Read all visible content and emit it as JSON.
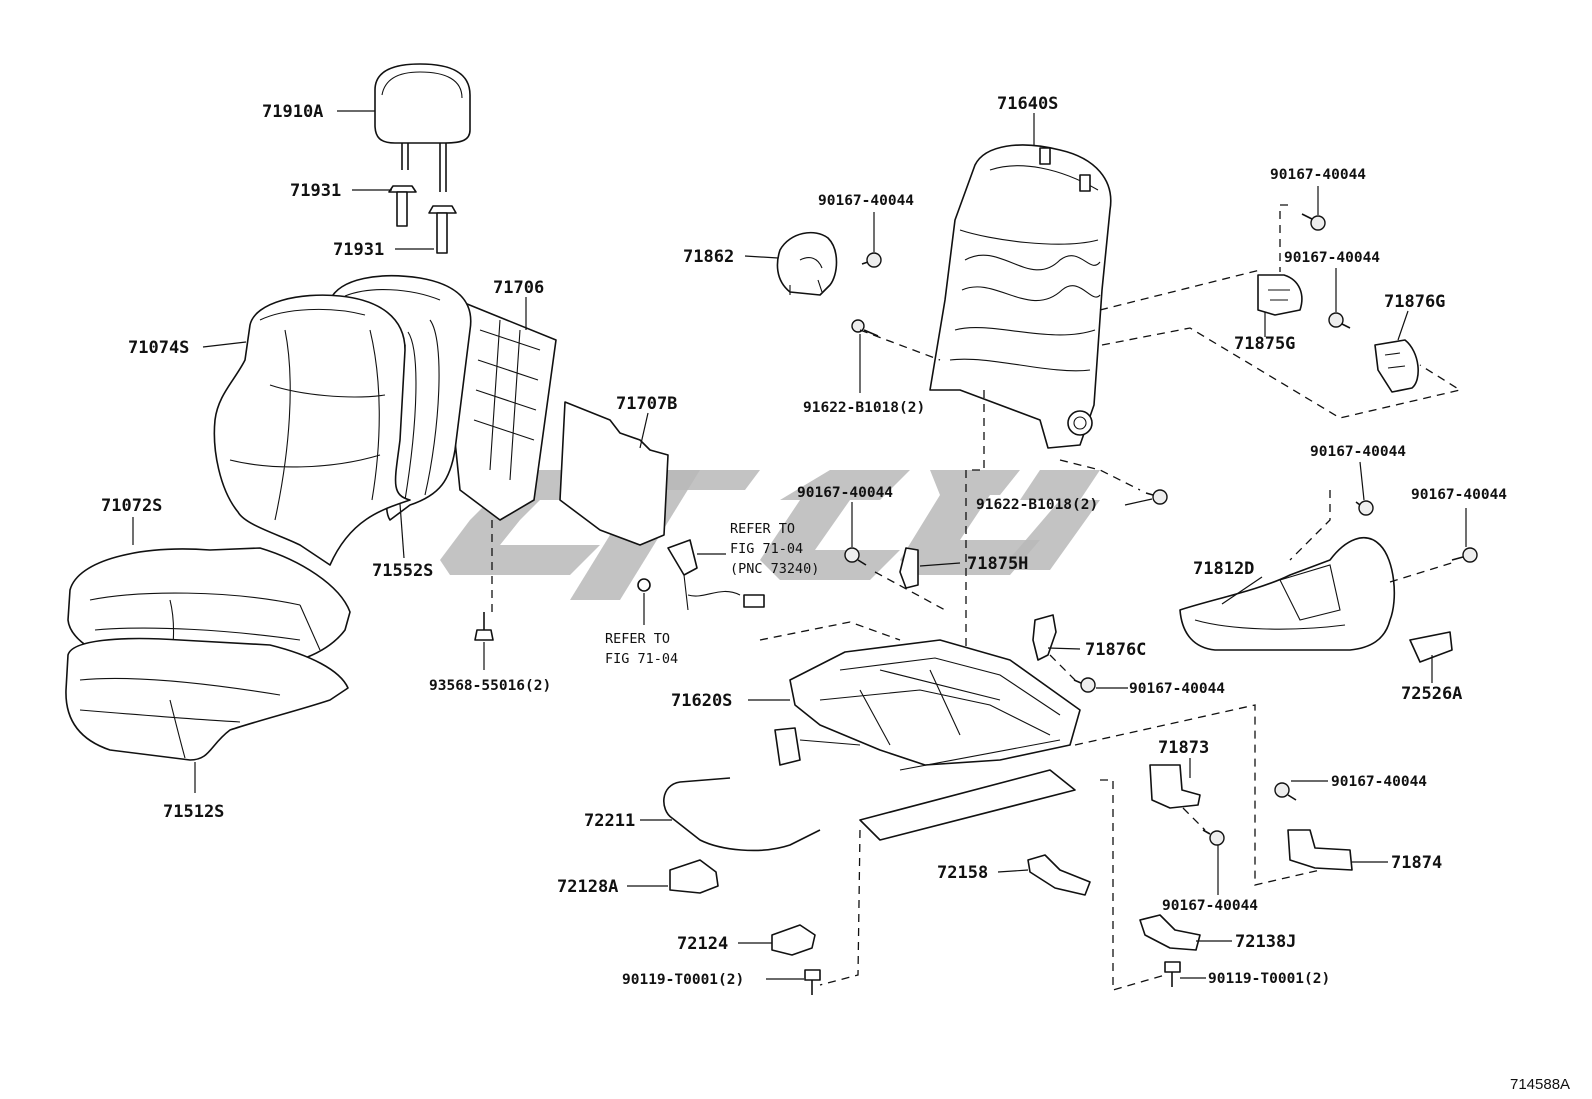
{
  "figure_id": "714588A",
  "watermark_text": "",
  "parts": [
    {
      "pn": "71910A",
      "kind": "headrest"
    },
    {
      "pn": "71931",
      "kind": "headrest-support"
    },
    {
      "pn": "71931",
      "kind": "headrest-support-lock"
    },
    {
      "pn": "71706",
      "kind": "seatback-board"
    },
    {
      "pn": "71074S",
      "kind": "seatback-cover"
    },
    {
      "pn": "71707B",
      "kind": "seatback-pad"
    },
    {
      "pn": "71552S",
      "kind": "seatback-pad-assy"
    },
    {
      "pn": "71072S",
      "kind": "seat-cushion-cover"
    },
    {
      "pn": "71512S",
      "kind": "seat-cushion-pad"
    },
    {
      "pn": "93568-55016(2)",
      "kind": "screw"
    },
    {
      "pn": "71862",
      "kind": "side-airbag"
    },
    {
      "pn": "90167-40044",
      "kind": "screw"
    },
    {
      "pn": "71640S",
      "kind": "seatback-frame"
    },
    {
      "pn": "91622-B1018(2)",
      "kind": "bolt"
    },
    {
      "pn": "91622-B1018(2)",
      "kind": "bolt"
    },
    {
      "pn": "90167-40044",
      "kind": "screw"
    },
    {
      "pn": "90167-40044",
      "kind": "screw"
    },
    {
      "pn": "71875G",
      "kind": "cover"
    },
    {
      "pn": "71876G",
      "kind": "cover"
    },
    {
      "pn": "90167-40044",
      "kind": "screw"
    },
    {
      "pn": "71875H",
      "kind": "cover"
    },
    {
      "pn": "90167-40044",
      "kind": "screw"
    },
    {
      "pn": "90167-40044",
      "kind": "screw"
    },
    {
      "pn": "71812D",
      "kind": "shield"
    },
    {
      "pn": "72526A",
      "kind": "knob"
    },
    {
      "pn": "71876C",
      "kind": "cover"
    },
    {
      "pn": "90167-40044",
      "kind": "screw"
    },
    {
      "pn": "71620S",
      "kind": "seat-cushion-frame"
    },
    {
      "pn": "71873",
      "kind": "bracket"
    },
    {
      "pn": "90167-40044",
      "kind": "screw"
    },
    {
      "pn": "71874",
      "kind": "bracket"
    },
    {
      "pn": "90167-40044",
      "kind": "screw"
    },
    {
      "pn": "72211",
      "kind": "adjuster-lever"
    },
    {
      "pn": "72128A",
      "kind": "cover"
    },
    {
      "pn": "72124",
      "kind": "cover"
    },
    {
      "pn": "90119-T0001(2)",
      "kind": "screw"
    },
    {
      "pn": "72158",
      "kind": "cover"
    },
    {
      "pn": "72138J",
      "kind": "cover"
    },
    {
      "pn": "90119-T0001(2)",
      "kind": "screw"
    }
  ],
  "notes": [
    {
      "lines": [
        "REFER TO",
        "FIG 71-04",
        "(PNC 73240)"
      ]
    },
    {
      "lines": [
        "REFER TO",
        "FIG 71-04"
      ]
    }
  ]
}
